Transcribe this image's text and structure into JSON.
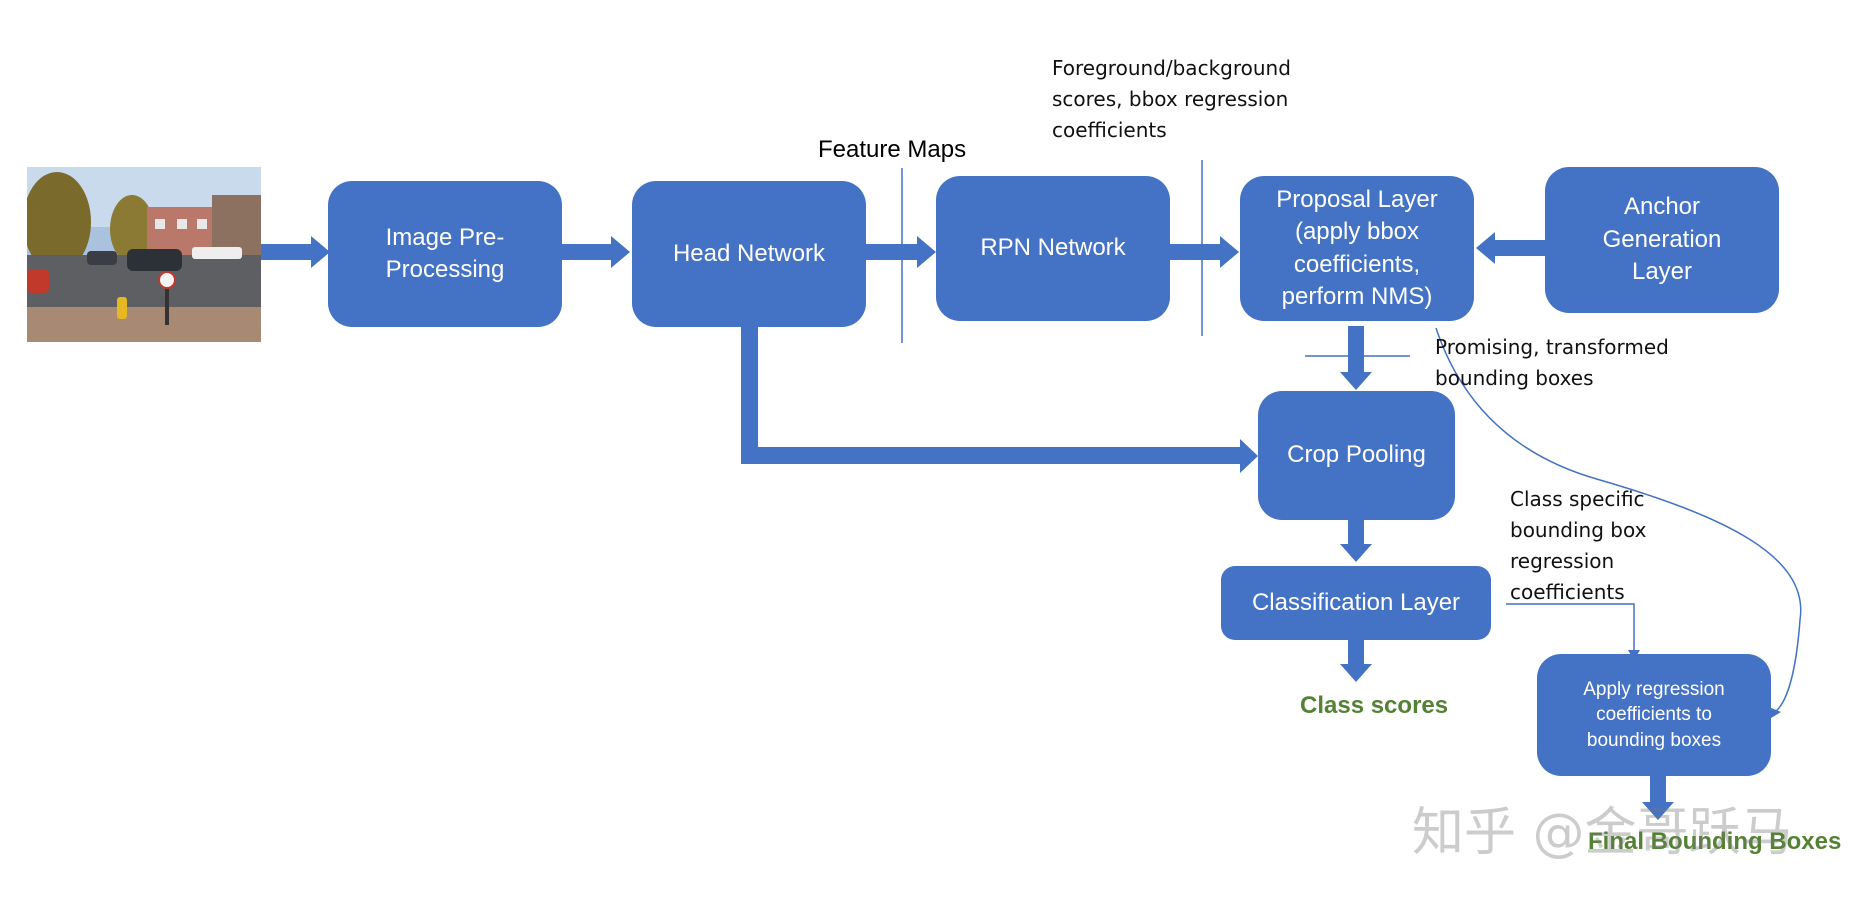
{
  "colors": {
    "box_fill": "#4472c4",
    "arrow": "#4472c4",
    "output_text": "#548235"
  },
  "input_image": {
    "icon": "street-scene-photo"
  },
  "boxes": {
    "image_preprocessing": "Image Pre-\nProcessing",
    "head_network": "Head Network",
    "rpn_network": "RPN Network",
    "proposal_layer": "Proposal Layer\n(apply bbox\ncoefficients,\nperform NMS)",
    "anchor_generation": "Anchor\nGeneration\nLayer",
    "crop_pooling": "Crop Pooling",
    "classification_layer": "Classification Layer",
    "apply_regression": "Apply regression\ncoefficients to\nbounding boxes"
  },
  "labels": {
    "feature_maps": "Feature Maps",
    "rpn_outputs": "Foreground/background\nscores, bbox regression\ncoefficients",
    "promising_boxes": "Promising, transformed\nbounding boxes",
    "class_specific": "Class specific\nbounding box\nregression\ncoefficients"
  },
  "outputs": {
    "class_scores": "Class scores",
    "final_boxes": "Final Bounding Boxes"
  },
  "watermark": "知乎 @金哥跃马"
}
